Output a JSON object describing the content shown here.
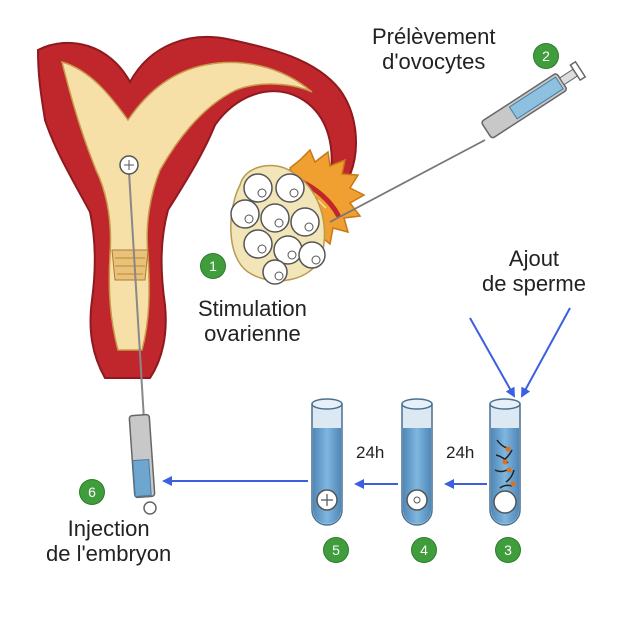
{
  "steps": [
    {
      "number": "1",
      "label": [
        "Stimulation",
        "ovarienne"
      ]
    },
    {
      "number": "2",
      "label": [
        "Prélèvement",
        "d'ovocytes"
      ]
    },
    {
      "number": "3",
      "label": []
    },
    {
      "number": "4",
      "label": []
    },
    {
      "number": "5",
      "label": []
    },
    {
      "number": "6",
      "label": [
        "Injection",
        "de l'embryon"
      ]
    }
  ],
  "sperm_label": [
    "Ajout",
    "de sperme"
  ],
  "durations": [
    "24h",
    "24h"
  ],
  "colors": {
    "uterus_red": "#c0272d",
    "uterus_inner": "#f6e0a8",
    "tube_blue": "#5f9ccb",
    "arrow_blue": "#3b5fe0",
    "badge_green": "#3f9d3c",
    "follicle_orange": "#f0a030"
  }
}
